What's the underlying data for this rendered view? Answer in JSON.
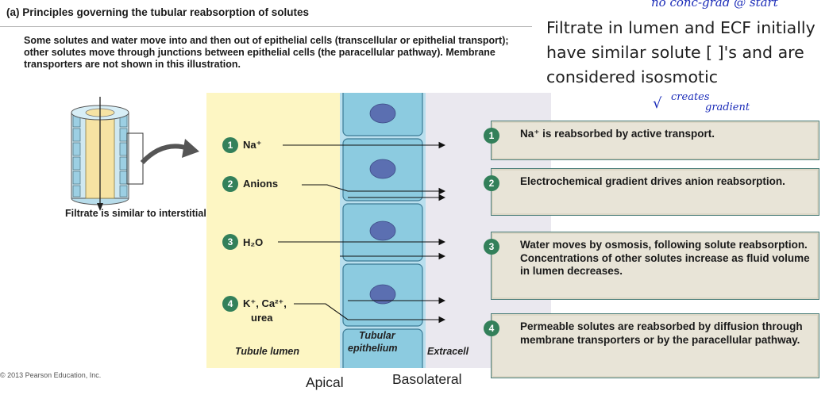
{
  "heading": "(a) Principles governing the tubular reabsorption of solutes",
  "intro": "Some solutes and water move into and then out of epithelial cells (transcellular or epithelial transport); other solutes move through junctions between epithelial cells (the paracellular pathway). Membrane transporters are not shown in this illustration.",
  "notes": {
    "typed": "Filtrate in lumen and ECF initially have similar solute [ ]'s and are considered isosmotic",
    "handwritten_top": "no conc-grad @ start",
    "handwritten_check": "√",
    "handwritten_creates": "creates",
    "handwritten_gradient": "gradient"
  },
  "filtrate_note": "Filtrate is similar to interstitial fluid.",
  "regions": {
    "lumen": "Tubule lumen",
    "epithelium_line1": "Tubular",
    "epithelium_line2": "epithelium",
    "ecf": "Extracell"
  },
  "solutes": [
    {
      "number": "1",
      "label": "Na⁺"
    },
    {
      "number": "2",
      "label": "Anions"
    },
    {
      "number": "3",
      "label": "H₂O"
    },
    {
      "number": "4",
      "label_line1": "K⁺, Ca²⁺,",
      "label_line2": "urea"
    }
  ],
  "callouts": [
    {
      "number": "1",
      "text": "Na⁺ is reabsorbed by active transport."
    },
    {
      "number": "2",
      "text": "Electrochemical gradient drives anion reabsorption."
    },
    {
      "number": "3",
      "text": "Water moves by osmosis, following solute reabsorption. Concentrations of other solutes increase as fluid volume in lumen decreases."
    },
    {
      "number": "4",
      "text": "Permeable solutes are reabsorbed by diffusion through membrane transporters or by the paracellular pathway."
    }
  ],
  "copyright": "© 2013 Pearson Education, Inc.",
  "bottom_labels": {
    "apical": "Apical",
    "basolateral": "Basolateral"
  },
  "colors": {
    "badge": "#33805a",
    "callout_fill": "#e8e4d7",
    "callout_border": "#4a7d78",
    "lumen": "#fdf6c3",
    "cell": "#8ccbe0",
    "ecf": "#eae8ef",
    "handwriting": "#1a2bb8"
  },
  "icons": [
    "tubule-icon",
    "curved-arrow-icon"
  ]
}
